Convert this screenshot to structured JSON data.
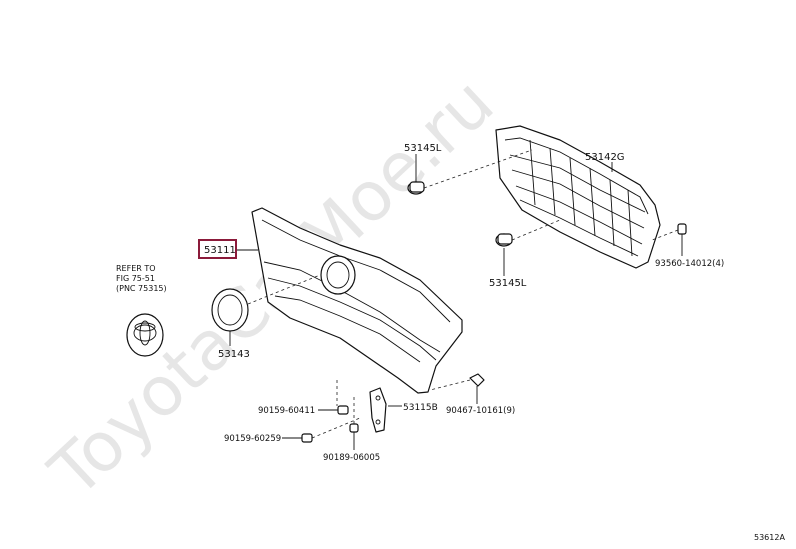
{
  "watermark": "ToyotaCarMoe.ru",
  "diagram_code": "53612A",
  "refer_note": {
    "line1": "REFER TO",
    "line2": "FIG 75-51",
    "line3": "(PNC 75315)"
  },
  "labels": {
    "p53111": "53111",
    "p53143": "53143",
    "p53145L_top": "53145L",
    "p53145L_bottom": "53145L",
    "p53142G": "53142G",
    "p93560": "93560-14012(4)",
    "p53115B": "53115B",
    "p90467": "90467-10161(9)",
    "p90159_60411": "90159-60411",
    "p90159_60259": "90159-60259",
    "p90189": "90189-06005"
  },
  "colors": {
    "highlight_box": "#8b1a3a",
    "line": "#111111",
    "watermark": "#e6e6e6"
  }
}
